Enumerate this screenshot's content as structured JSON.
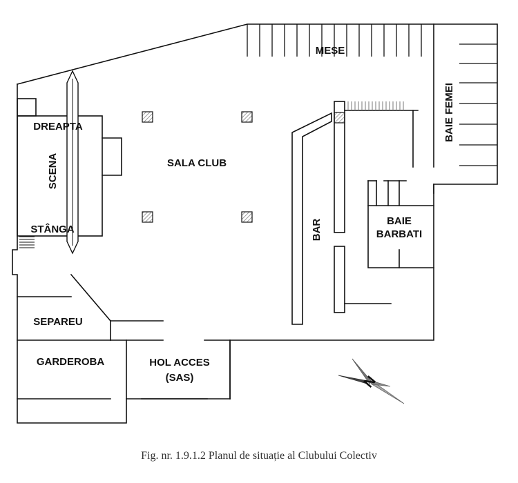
{
  "labels": {
    "mese": "MESE",
    "baie_femei": "BAIE FEMEI",
    "dreapta": "DREAPTA",
    "scena": "SCENA",
    "stanga": "STÂNGA",
    "sala_club": "SALA CLUB",
    "bar": "BAR",
    "baie_barbati_line1": "BAIE",
    "baie_barbati_line2": "BARBATI",
    "separeu": "SEPAREU",
    "garderoba": "GARDEROBA",
    "hol_acces_line1": "HOL ACCES",
    "hol_acces_line2": "(SAS)",
    "north": "N"
  },
  "caption": "Fig. nr. 1.9.1.2 Planul de situație al Clubului Colectiv",
  "colors": {
    "wall": "#111111",
    "hatch": "#9a9a9a",
    "background": "#ffffff"
  },
  "icons": {
    "north_arrow": "compass-north-arrow-icon"
  }
}
